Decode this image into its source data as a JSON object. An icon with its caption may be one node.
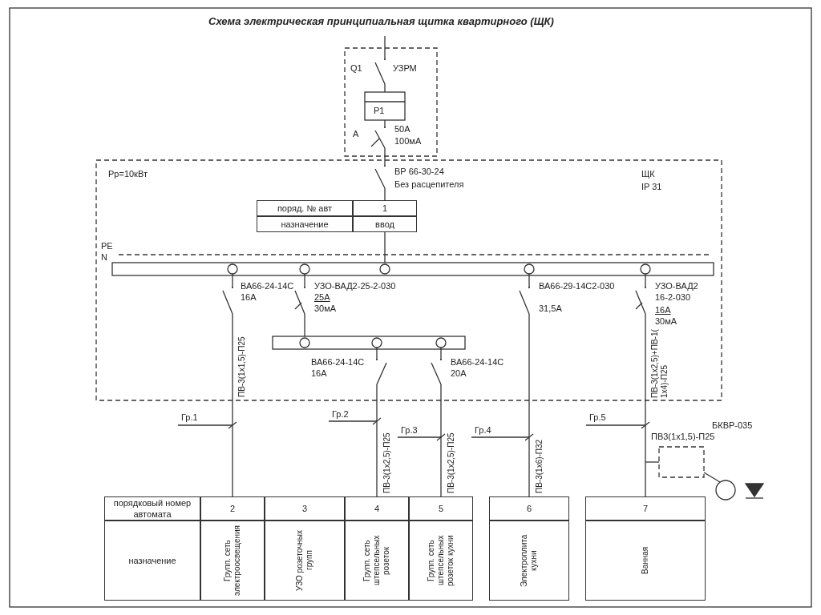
{
  "diagram": {
    "title": "Схема электрическая принципиальная щитка квартирного (ЩК)",
    "labels": [
      "Q1",
      "УЗРМ",
      "Р1",
      "А",
      "50А",
      "100мА",
      "Рр=10кВт",
      "ВР 66-30-24",
      "Без расцепителя",
      "ЩК",
      "IP 31",
      "поряд. № авт",
      "1",
      "назначение",
      "ввод",
      "PE",
      "N",
      "ВА66-24-14С",
      "16А",
      "УЗО-ВАД2-25-2-030",
      "25А",
      "30мА",
      "ВА66-29-14С2-030",
      "31,5А",
      "УЗО-ВАД2 16-2-030",
      "16А",
      "30мА",
      "ВА66-24-14С",
      "16А",
      "ВА66-24-14С",
      "20А",
      "ПВ-3(1х1,5)-П25",
      "ПВ-3(1х2,5)+ПВ-1(1х4)-П25",
      "Гр.1",
      "Гр.2",
      "ПВ-3(1х2,5)-П25",
      "Гр.3",
      "ПВ-3(1х2,5)-П25",
      "Гр.4",
      "ПВ-3(1х6)-П32",
      "Гр.5",
      "ПВ3(1х1,5)-П25",
      "БКВР-035",
      "порядковый номер автомата",
      "2",
      "3",
      "4",
      "5",
      "6",
      "7",
      "назначение",
      "Групп. сеть электроосвещения",
      "УЗО розеточных групп",
      "Групп. сеть штепсельных розеток",
      "Групп. сеть штепсельных розеток кухни",
      "Электроплита кухни",
      "Ванная"
    ]
  }
}
